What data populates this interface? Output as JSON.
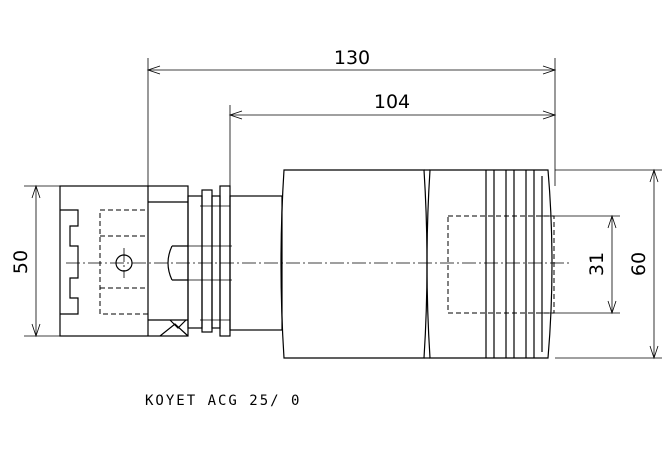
{
  "dimensions": {
    "overall_length": "130",
    "body_length": "104",
    "flange_height": "50",
    "body_diameter": "60",
    "bore_diameter": "31"
  },
  "caption": "KOYET ACG 25/ 0"
}
